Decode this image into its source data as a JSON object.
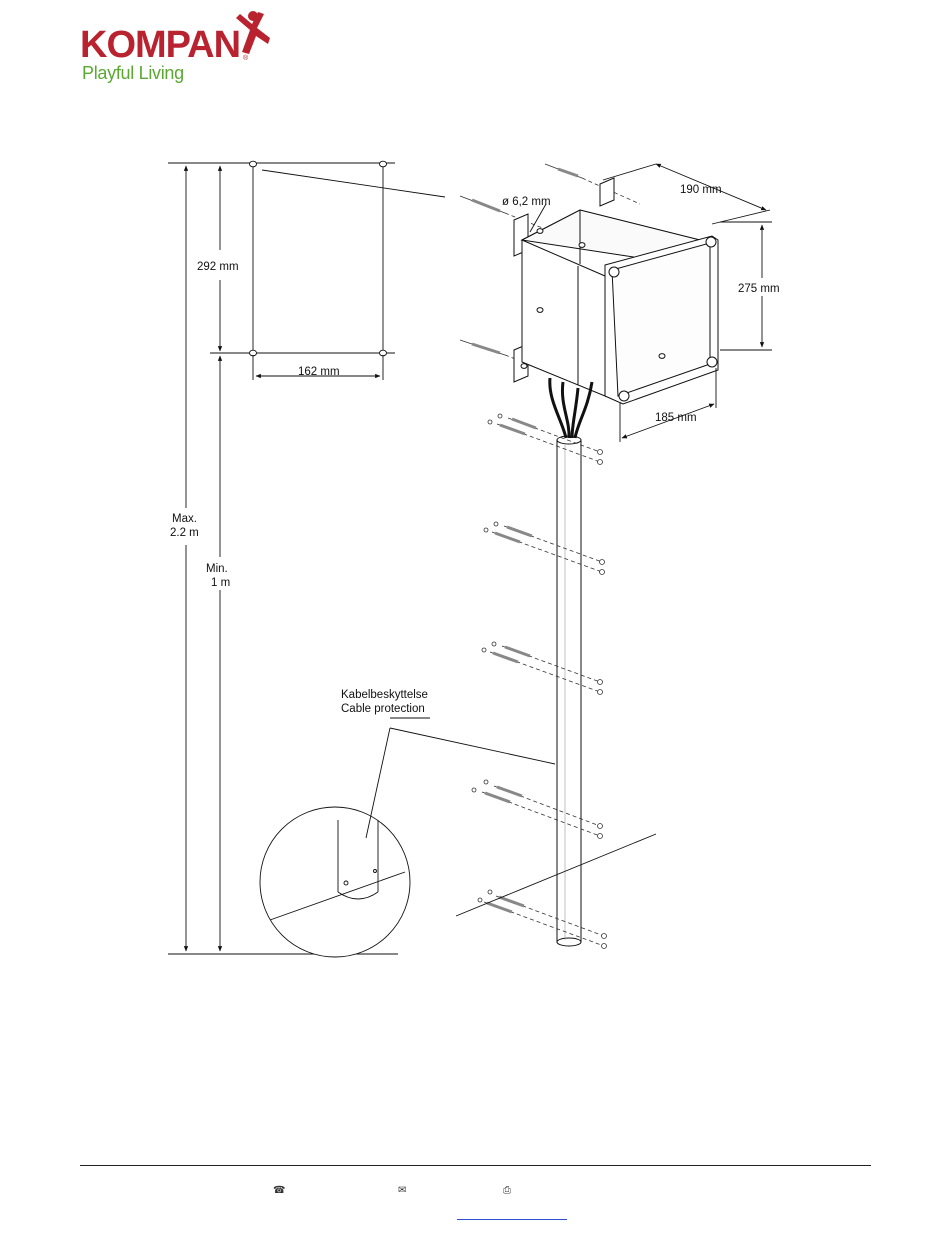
{
  "logo": {
    "brand": "KOMPAN",
    "registered": "®",
    "tagline": "Playful Living",
    "colors": {
      "brand_red": "#b8232f",
      "tagline_green": "#5ba833"
    }
  },
  "diagram": {
    "labels": {
      "hole_diameter": "ø 6,2 mm",
      "box_width": "190 mm",
      "box_height": "275 mm",
      "box_depth": "185 mm",
      "hole_vertical": "292 mm",
      "hole_horizontal": "162 mm",
      "max_height_line1": "Max.",
      "max_height_line2": "2.2 m",
      "min_height_line1": "Min.",
      "min_height_line2": "1 m",
      "cable_label_line1": "Kabelbeskyttelse",
      "cable_label_line2": "Cable protection"
    }
  },
  "footer": {
    "icons": [
      "phone-icon",
      "email-icon",
      "fax-icon"
    ],
    "link_color": "#2a4ed8"
  }
}
